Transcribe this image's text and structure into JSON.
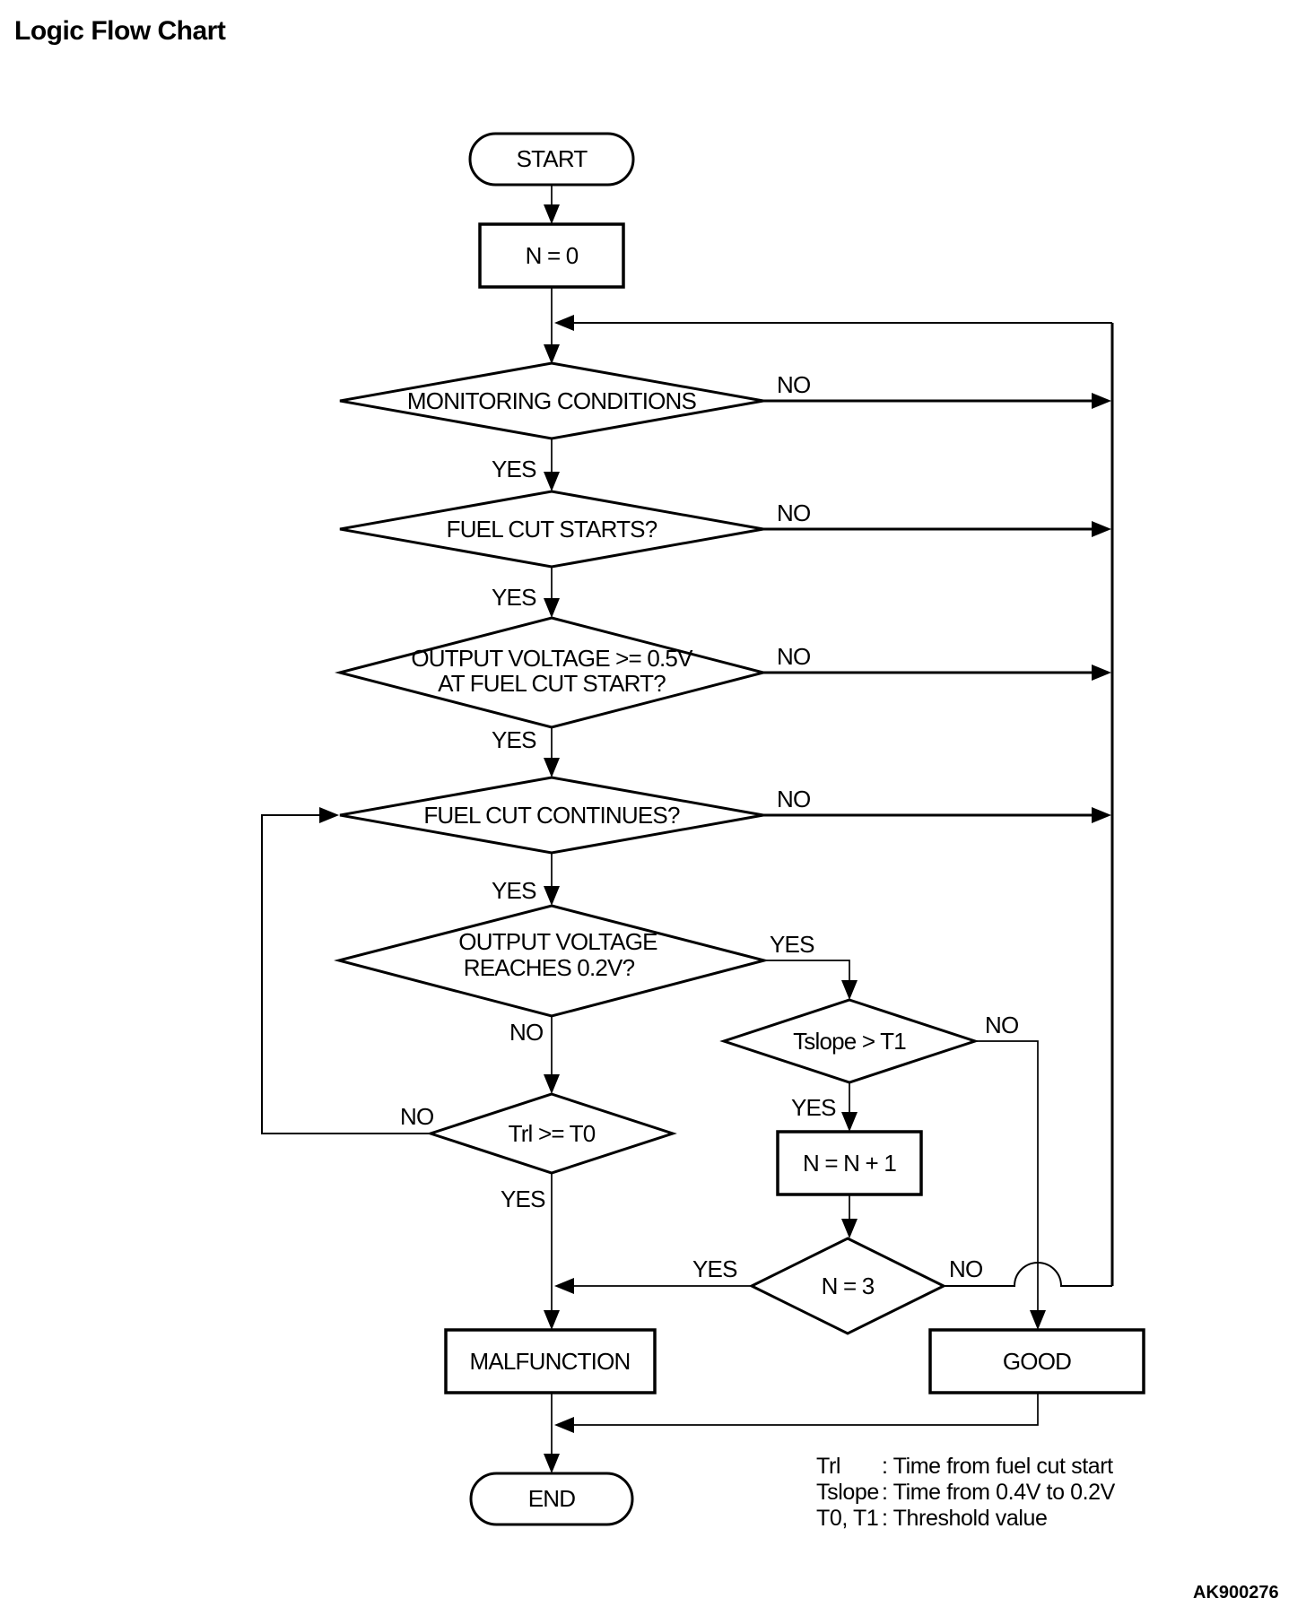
{
  "title": "Logic Flow Chart",
  "figure_code": "AK900276",
  "edge_labels": {
    "yes": "YES",
    "no": "NO"
  },
  "nodes": {
    "start": "START",
    "init": "N = 0",
    "monitoring": "MONITORING CONDITIONS",
    "fuel_cut_starts": "FUEL CUT STARTS?",
    "output_voltage_05_line1": "OUTPUT VOLTAGE >= 0.5V",
    "output_voltage_05_line2": "AT FUEL CUT START?",
    "fuel_cut_continues": "FUEL CUT CONTINUES?",
    "output_voltage_02_line1": "OUTPUT VOLTAGE",
    "output_voltage_02_line2": "REACHES 0.2V?",
    "tslope": "Tslope > T1",
    "increment": "N = N + 1",
    "n_equals_3": "N = 3",
    "trl": "Trl >= T0",
    "malfunction": "MALFUNCTION",
    "good": "GOOD",
    "end": "END"
  },
  "legend": {
    "rows": [
      {
        "term": "Trl",
        "definition": ": Time from fuel cut start"
      },
      {
        "term": "Tslope",
        "definition": ": Time from 0.4V to 0.2V"
      },
      {
        "term": "T0, T1",
        "definition": ": Threshold value"
      }
    ]
  }
}
